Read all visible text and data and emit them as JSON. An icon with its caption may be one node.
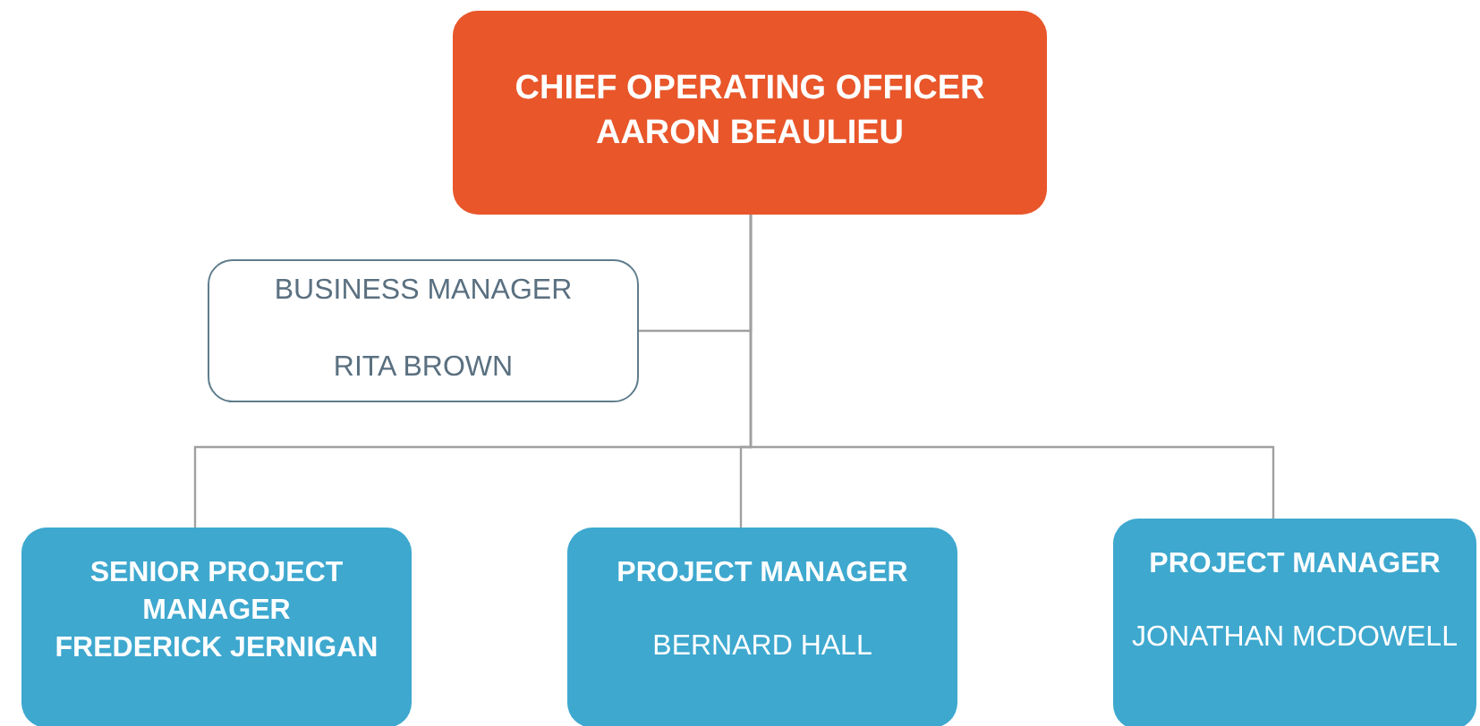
{
  "diagram": {
    "nodes": [
      {
        "text": [
          "CHIEF OPERATING OFFICER",
          "AARON BEAULIEU"
        ]
      },
      {
        "text": [
          "BUSINESS MANAGER",
          "RITA BROWN"
        ]
      },
      {
        "text": [
          "SENIOR PROJECT MANAGER",
          "FREDERICK JERNIGAN"
        ]
      },
      {
        "text": [
          "PROJECT MANAGER",
          "BERNARD HALL"
        ]
      },
      {
        "text": [
          "PROJECT MANAGER",
          "JONATHAN MCDOWELL"
        ]
      }
    ],
    "edges": [
      {
        "from": 0,
        "to": 1,
        "arrow": "none"
      },
      {
        "from": 0,
        "to": 2,
        "arrow": "none"
      },
      {
        "from": 0,
        "to": 3,
        "arrow": "none"
      },
      {
        "from": 0,
        "to": 4,
        "arrow": "none"
      }
    ]
  }
}
